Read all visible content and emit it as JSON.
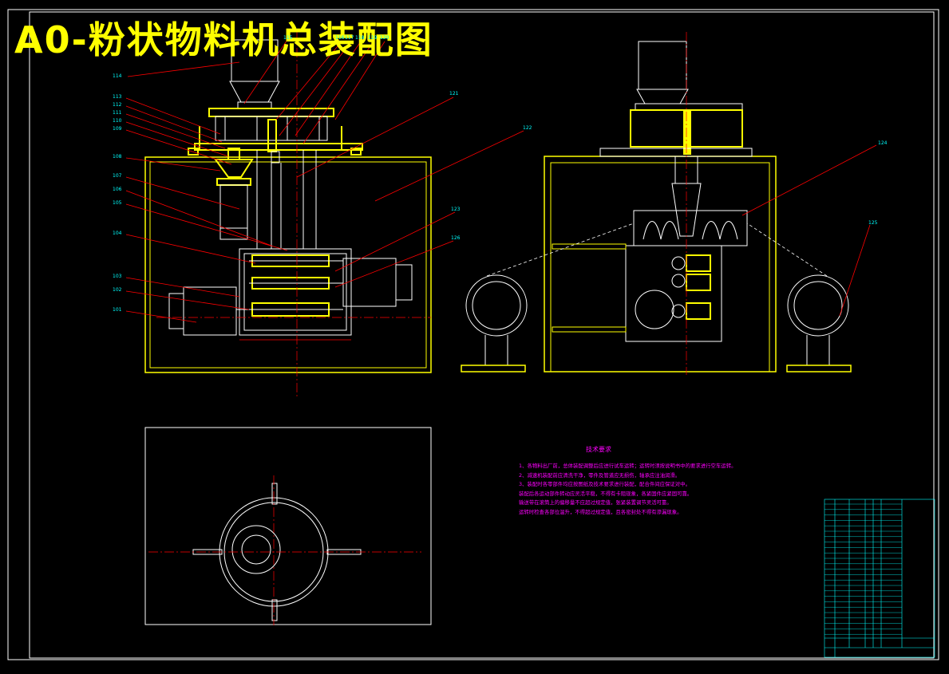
{
  "title": "A0-粉状物料机总装配图",
  "tech_requirements": {
    "heading": "技术要求",
    "lines": [
      "1、各物料出厂前，总体装配调整后应进行试车运转；运转时须按说明书中的要求进行空车运转。",
      "2、减速机装配前应清洗干净，零件及管道应无损伤，轴承应注油润滑。",
      "3、装配时各零部件均应按图纸及技术要求进行装配，配合件间应保证对中。",
      "装配后各运动部件转动应灵活平稳，不得有卡阻现象，各紧固件应紧固可靠。",
      "输送带在滚筒上的偏移量不应超过规定值，张紧装置调节灵活可靠。",
      "运转时检查各部位温升，不得超过规定值，且各密封处不得有渗漏现象。"
    ]
  },
  "part_labels": {
    "p114": "114",
    "p113": "113",
    "p112": "112",
    "p111": "111",
    "p110": "110",
    "p109": "109",
    "p108": "108",
    "p107": "107",
    "p106": "106",
    "p105": "105",
    "p104": "104",
    "p103": "103",
    "p102": "102",
    "p101": "101",
    "p115": "115",
    "p116": "116",
    "p117": "117",
    "p118": "118",
    "p119": "119",
    "p120": "120",
    "p121": "121",
    "p122": "122",
    "p123": "123",
    "p124": "124",
    "p125": "125",
    "p126": "126"
  },
  "colors": {
    "outline": "#ffffff",
    "parts": "#ffff00",
    "leaders": "#ff0000",
    "labels": "#00ffff",
    "tech_text": "#ff00ff",
    "grid": "#00ffff"
  }
}
